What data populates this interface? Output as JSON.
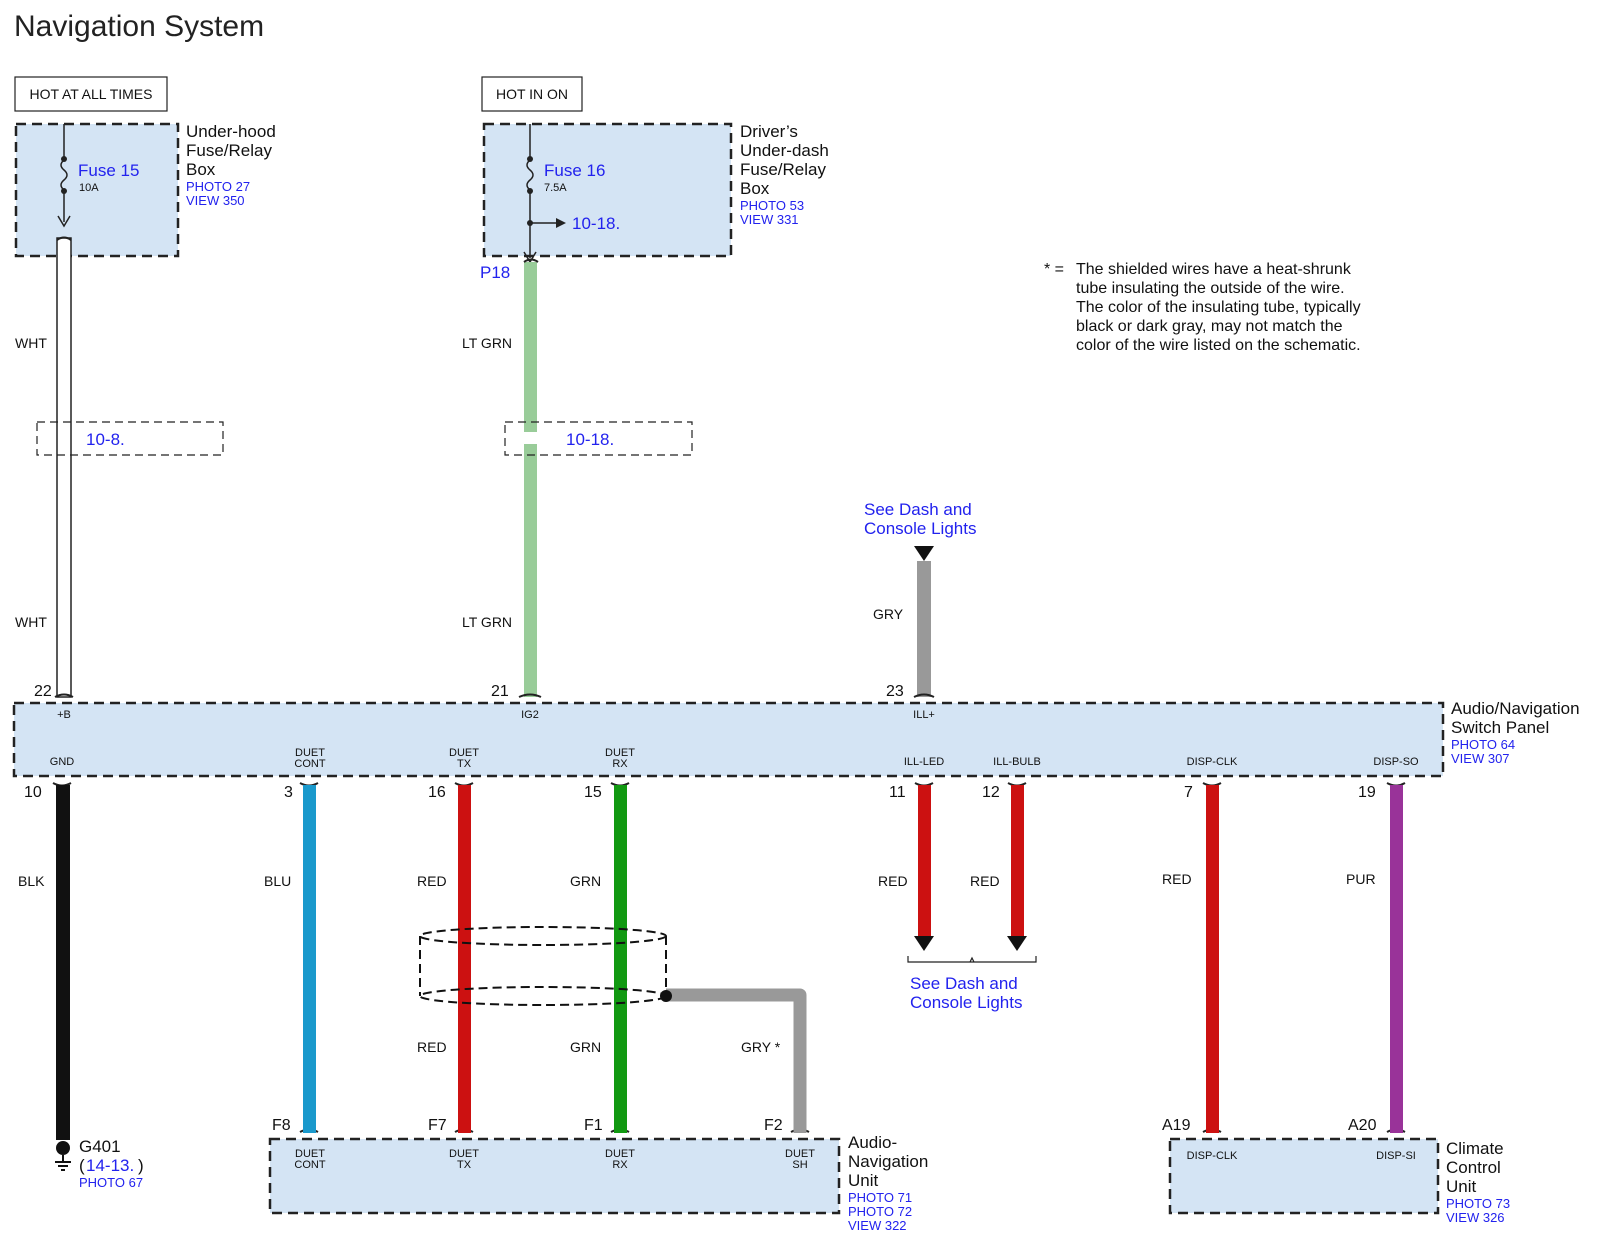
{
  "title": "Navigation System",
  "hot_labels": {
    "always": "HOT AT ALL TIMES",
    "on": "HOT IN ON"
  },
  "fuse_boxes": [
    {
      "name_lines": [
        "Under-hood",
        "Fuse/Relay",
        "Box"
      ],
      "fuse": "Fuse 15",
      "rating": "10A",
      "photo": "PHOTO 27",
      "view": "VIEW 350"
    },
    {
      "name_lines": [
        "Driver’s",
        "Under-dash",
        "Fuse/Relay",
        "Box"
      ],
      "fuse": "Fuse 16",
      "rating": "7.5A",
      "photo": "PHOTO 53",
      "view": "VIEW 331",
      "ref": "10-18.",
      "pin": "P18"
    }
  ],
  "segments": [
    "10-8.",
    "10-18."
  ],
  "note": {
    "mark": "* =",
    "lines": [
      "The shielded wires have a heat-shrunk",
      "tube insulating the outside of the wire.",
      "The color of the insulating tube, typically",
      "black or dark gray, may not match the",
      "color of the wire listed on the schematic."
    ]
  },
  "see_dash_top": [
    "See Dash and",
    "Console Lights"
  ],
  "see_dash_bottom": [
    "See Dash and",
    "Console Lights"
  ],
  "switch_panel": {
    "name_lines": [
      "Audio/Navigation",
      "Switch Panel"
    ],
    "photo": "PHOTO 64",
    "view": "VIEW 307",
    "top_pins": [
      {
        "num": "22",
        "name": "+B",
        "color": "WHT",
        "hex": "#ffffff"
      },
      {
        "num": "21",
        "name": "IG2",
        "color": "LT GRN",
        "hex": "#99cc99"
      },
      {
        "num": "23",
        "name": "ILL+",
        "color": "GRY",
        "hex": "#999999"
      }
    ],
    "bottom_pins": [
      {
        "num": "10",
        "name": "GND",
        "color": "BLK",
        "hex": "#111111"
      },
      {
        "num": "3",
        "name": "DUET CONT",
        "color": "BLU",
        "hex": "#1a99cc"
      },
      {
        "num": "16",
        "name": "DUET TX",
        "color": "RED",
        "hex": "#cc1111"
      },
      {
        "num": "15",
        "name": "DUET RX",
        "color": "GRN",
        "hex": "#119911"
      },
      {
        "num": "11",
        "name": "ILL-LED",
        "color": "RED",
        "hex": "#cc1111"
      },
      {
        "num": "12",
        "name": "ILL-BULB",
        "color": "RED",
        "hex": "#cc1111"
      },
      {
        "num": "7",
        "name": "DISP-CLK",
        "color": "RED",
        "hex": "#cc1111"
      },
      {
        "num": "19",
        "name": "DISP-SO",
        "color": "PUR",
        "hex": "#993399"
      }
    ]
  },
  "wire_color_repeats": {
    "wht": "WHT",
    "ltgrn": "LT GRN",
    "red": "RED",
    "grn": "GRN"
  },
  "shield_wire": {
    "color": "GRY *",
    "hex": "#999999"
  },
  "ground": {
    "name": "G401",
    "ref": "14-13.",
    "paren_open": "(",
    "paren_close": ")",
    "photo": "PHOTO 67"
  },
  "nav_unit": {
    "name_lines": [
      "Audio-",
      "Navigation",
      "Unit"
    ],
    "photos": [
      "PHOTO 71",
      "PHOTO 72",
      "VIEW 322"
    ],
    "pins": [
      {
        "num": "F8",
        "name": "DUET CONT"
      },
      {
        "num": "F7",
        "name": "DUET TX"
      },
      {
        "num": "F1",
        "name": "DUET RX"
      },
      {
        "num": "F2",
        "name": "DUET SH"
      }
    ]
  },
  "climate_unit": {
    "name_lines": [
      "Climate",
      "Control",
      "Unit"
    ],
    "photo": "PHOTO 73",
    "view": "VIEW 326",
    "pins": [
      {
        "num": "A19",
        "name": "DISP-CLK"
      },
      {
        "num": "A20",
        "name": "DISP-SI"
      }
    ]
  }
}
